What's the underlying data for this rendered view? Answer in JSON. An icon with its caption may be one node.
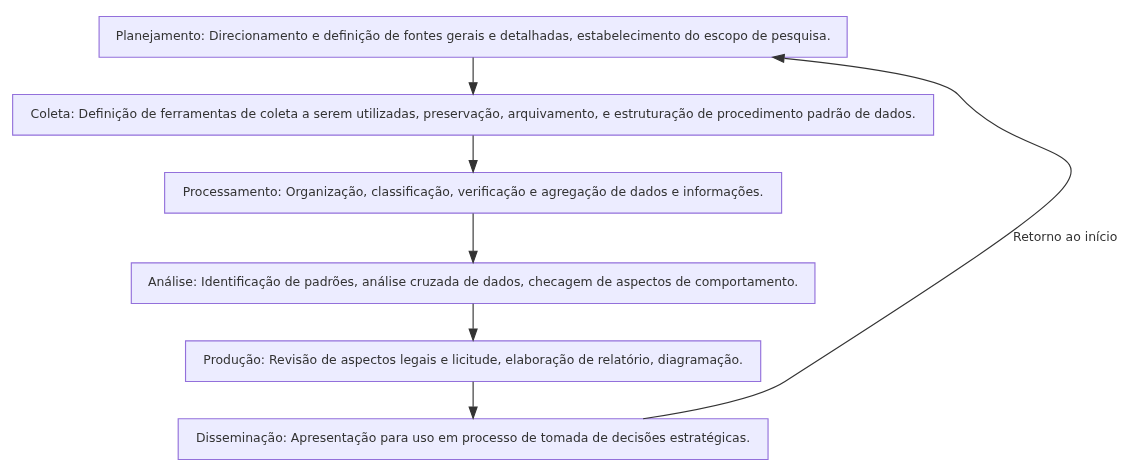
{
  "diagram": {
    "nodes": [
      {
        "text": [
          "Planejamento: Direcionamento e definição de fontes gerais e detalhadas, estabelecimento do escopo de pesquisa."
        ]
      },
      {
        "text": [
          "Coleta: Definição de ferramentas de coleta a serem utilizadas, preservação, arquivamento, e estruturação de procedimento padrão de dados."
        ]
      },
      {
        "text": [
          "Processamento: Organização, classificação, verificação e agregação de dados e informações."
        ]
      },
      {
        "text": [
          "Análise: Identificação de padrões, análise cruzada de dados, checagem de aspectos de comportamento."
        ]
      },
      {
        "text": [
          "Produção: Revisão de aspectos legais e licitude, elaboração de relatório, diagramação."
        ]
      },
      {
        "text": [
          "Disseminação: Apresentação para uso em processo de tomada de decisões estratégicas."
        ]
      }
    ],
    "edges": [
      {
        "from": 0,
        "to": 1,
        "arrow": "to"
      },
      {
        "from": 1,
        "to": 2,
        "arrow": "to"
      },
      {
        "from": 2,
        "to": 3,
        "arrow": "to"
      },
      {
        "from": 3,
        "to": 4,
        "arrow": "to"
      },
      {
        "from": 4,
        "to": 5,
        "arrow": "to"
      },
      {
        "from": 5,
        "to": 0,
        "arrow": "to",
        "label": "Retorno ao início"
      }
    ]
  }
}
